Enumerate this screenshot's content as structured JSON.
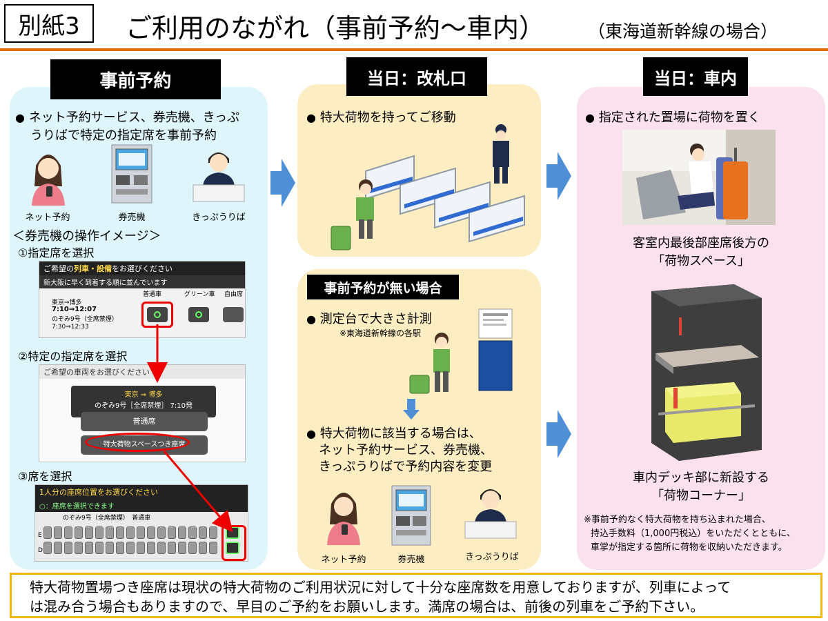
{
  "header": {
    "tag": "別紙3",
    "title": "ご利用のながれ（事前予約～車内）",
    "subtitle": "（東海道新幹線の場合）"
  },
  "col1": {
    "heading": "事前予約",
    "bullet_line1": "ネット予約サービス、券売機、きっぷ",
    "bullet_line2": "うりばで特定の指定席を事前予約",
    "icons": [
      {
        "icon": "smartphone-woman-icon",
        "label": "ネット予約"
      },
      {
        "icon": "ticket-machine-icon",
        "label": "券売機"
      },
      {
        "icon": "ticket-clerk-icon",
        "label": "きっぷうりば"
      }
    ],
    "op_title": "＜券売機の操作イメージ＞",
    "steps": [
      {
        "label": "①指定席を選択"
      },
      {
        "label": "②特定の指定席を選択"
      },
      {
        "label": "③席を選択"
      }
    ],
    "screen1": {
      "bar_pre": "ご希望の",
      "bar_hl": "列車・設備",
      "bar_post": "をお選びください",
      "line": "新大阪に早く到着する順に並んでいます",
      "origin_dest": "東京⇒博多",
      "time": "7:10⇒12:07",
      "train": "のぞみ9号（全席禁煙）",
      "time2": "7:30⇒12:33",
      "col_a": "普通車",
      "col_b": "グリーン車",
      "col_c": "自由席"
    },
    "screen2": {
      "bar": "ご希望の車両をお選びください",
      "route": "東京 ⇒ 博多",
      "train": "のぞみ9号［全席禁煙］ 7:10発",
      "btn1": "普通席",
      "btn2": "特大荷物スペースつき座席"
    },
    "screen3": {
      "bar": "1人分の座席位置をお選びください",
      "line": "○：座席を選択できます",
      "train": "のぞみ9号（全席禁煙）　普通車",
      "row_e": "E",
      "row_d": "D"
    }
  },
  "col2": {
    "heading": "当日：改札口",
    "bullet": "特大荷物を持ってご移動",
    "sub_heading": "事前予約が無い場合",
    "bullet2": "測定台で大きさ計測",
    "note2": "※東海道新幹線の各駅",
    "bullet3_line1": "特大荷物に該当する場合は、",
    "bullet3_line2": "ネット予約サービス、券売機、",
    "bullet3_line3": "きっぷうりばで予約内容を変更",
    "icons": [
      {
        "icon": "smartphone-woman-icon",
        "label": "ネット予約"
      },
      {
        "icon": "ticket-machine-icon",
        "label": "券売機"
      },
      {
        "icon": "ticket-clerk-icon",
        "label": "きっぷうりば"
      }
    ]
  },
  "col3": {
    "heading": "当日：車内",
    "bullet": "指定された置場に荷物を置く",
    "caption1_line1": "客室内最後部座席後方の",
    "caption1_line2": "「荷物スペース」",
    "caption2_line1": "車内デッキ部に新設する",
    "caption2_line2": "「荷物コーナー」",
    "note_line1": "※事前予約なく特大荷物を持ち込まれた場合、",
    "note_line2": "持込手数料（1,000円税込）をいただくとともに、",
    "note_line3": "車掌が指定する箇所に荷物を収納いただきます。"
  },
  "footer": {
    "line1": "特大荷物置場つき座席は現状の特大荷物のご利用状況に対して十分な座席数を用意しておりますが、列車によって",
    "line2": "は混み合う場合もありますので、早目のご予約をお願いします。満席の場合は、前後の列車をご予約下さい。"
  },
  "colors": {
    "accent_rule": "#e46c0a",
    "panel_blue": "#ddf5fb",
    "panel_yellow": "#fdedc2",
    "panel_pink": "#fbe1ee",
    "arrow_blue": "#4f8fd6",
    "footer_border": "#f2b705"
  }
}
